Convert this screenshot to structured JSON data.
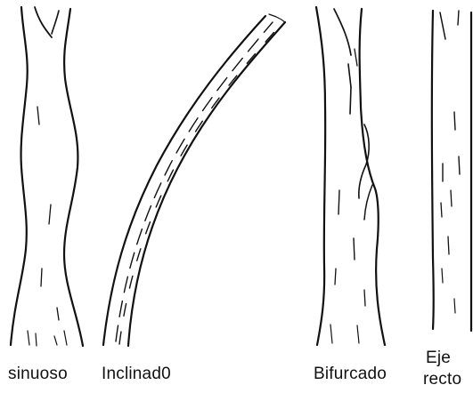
{
  "labels": {
    "sinuoso": "sinuoso",
    "inclinado": "Inclinad0",
    "bifurcado": "Bifurcado",
    "eje": "Eje",
    "recto": "recto"
  },
  "colors": {
    "ink": "#111111",
    "paper": "#ffffff"
  }
}
